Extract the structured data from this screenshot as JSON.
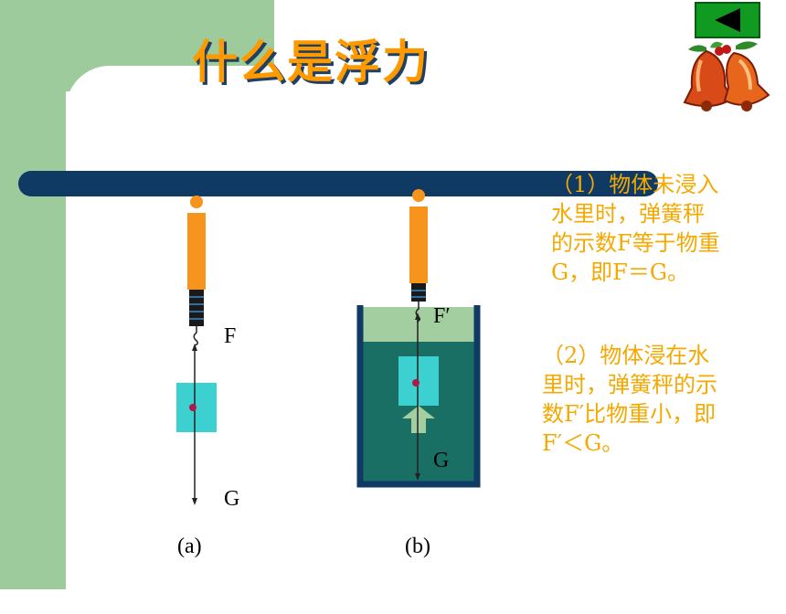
{
  "slide": {
    "title": "什么是浮力",
    "nav_back_icon": "triangle-left-icon",
    "decoration_icon": "christmas-bells-icon",
    "colors": {
      "side_green": "#9dcb9b",
      "title_orange": "#ff9900",
      "title_shadow": "#1f3f63",
      "bar_navy": "#0e3a63",
      "scale_orange": "#f7941d",
      "water": "#1a6f65",
      "water_top": "#a3cfa0",
      "block": "#3dd0d0",
      "note_text": "#f5a800",
      "nav_green": "#119a22"
    }
  },
  "figure_a": {
    "force_up_label": "F",
    "force_down_label": "G",
    "caption": "(a)"
  },
  "figure_b": {
    "force_up_label": "F′",
    "force_down_label": "G",
    "caption": "(b)"
  },
  "notes": {
    "note1": "（1）物体未浸入\n水里时，弹簧秤\n的示数F等于物重\nG，即F＝G。",
    "note2": "（2）物体浸在水\n里时，弹簧秤的示\n数F′比物重小，即\nF′＜G。"
  }
}
